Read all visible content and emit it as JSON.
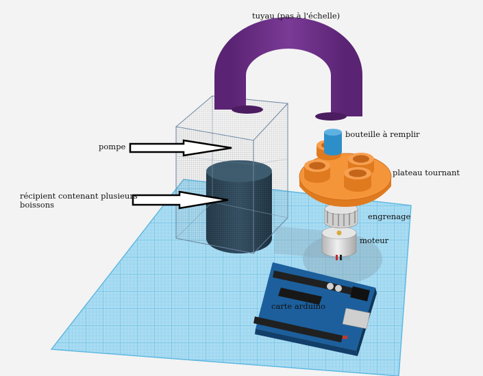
{
  "labels": {
    "tuyau": "tuyau (pas à l'échelle)",
    "pompe": "pompe",
    "recipient": "récipient contenant plusieurs boissons",
    "bouteille": "bouteille à remplir",
    "plateau": "plateau tournant",
    "engrenage": "engrenage",
    "moteur": "moteur",
    "carte": "carte arduino"
  },
  "colors": {
    "background": "#f3f3f3",
    "workplane": "#a9dcf2",
    "grid_line": "#6cc1e6",
    "tube": "#6b2f86",
    "plateau": "#f28a2b",
    "bottle": "#2e8fc8",
    "pump_box": "#8f8f94",
    "container": "#263e4e",
    "arduino": "#1c5f9c",
    "motor": "#d8d8d8"
  },
  "icons": {
    "arrow": "outline-arrow-right"
  }
}
